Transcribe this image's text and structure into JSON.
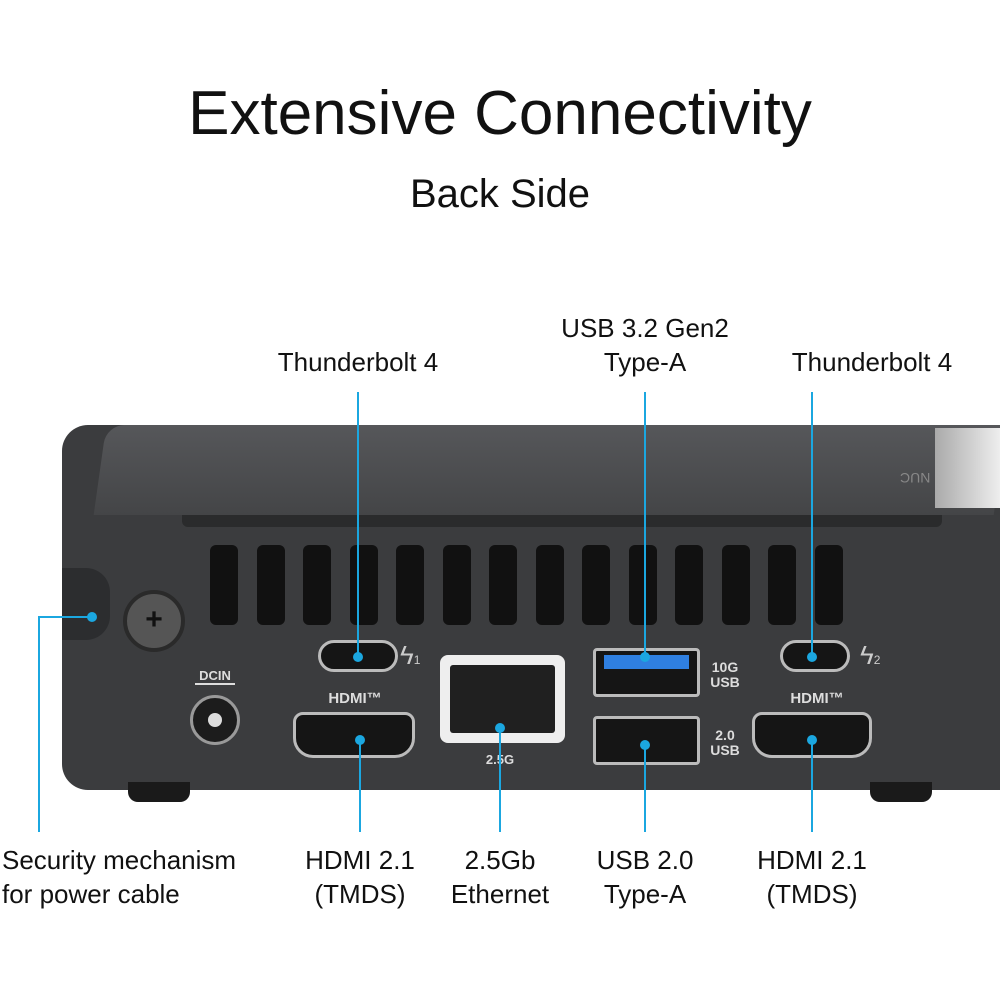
{
  "title": "Extensive Connectivity",
  "subtitle": "Back Side",
  "top_labels": {
    "tb_left": "Thunderbolt  4",
    "usb3_line1": "USB 3.2 Gen2",
    "usb3_line2": "Type-A",
    "tb_right": "Thunderbolt  4"
  },
  "bottom_labels": {
    "security_line1": "Security mechanism",
    "security_line2": "for power cable",
    "hdmi_left_line1": "HDMI 2.1",
    "hdmi_left_line2": "(TMDS)",
    "eth_line1": "2.5Gb",
    "eth_line2": "Ethernet",
    "usb2_line1": "USB 2.0",
    "usb2_line2": "Type-A",
    "hdmi_right_line1": "HDMI 2.1",
    "hdmi_right_line2": "(TMDS)"
  },
  "device_markings": {
    "dcin": "DCIN",
    "hdmi": "HDMI™",
    "eth": "2.5G",
    "usb10g": "10G",
    "usb10g_2": "USB",
    "usb20": "2.0",
    "usb20_2": "USB",
    "tb1": "1",
    "tb2": "2",
    "logo": "NUC"
  },
  "colors": {
    "callout": "#1ba7e0",
    "device": "#3b3c3e",
    "usb3": "#2f7fe0"
  }
}
